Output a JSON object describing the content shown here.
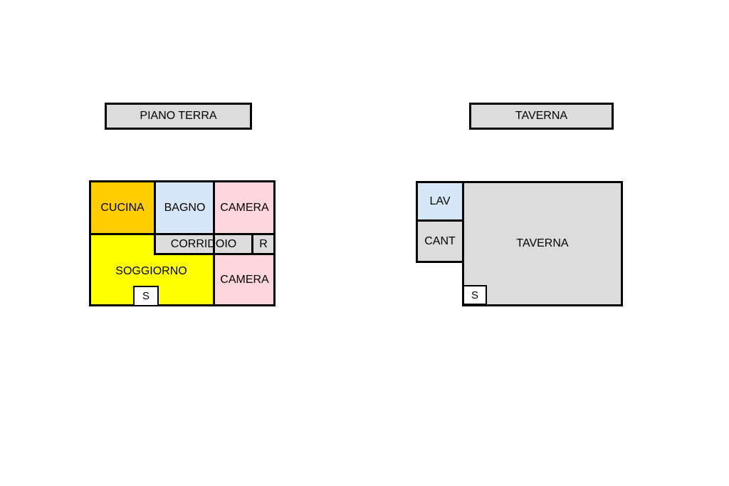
{
  "ground_floor": {
    "title": "PIANO TERRA",
    "rooms": {
      "cucina": "CUCINA",
      "bagno": "BAGNO",
      "camera_top": "CAMERA",
      "corridoio": "CORRIDOIO",
      "ripostiglio": "R",
      "soggiorno": "SOGGIORNO",
      "camera_bottom": "CAMERA",
      "stairs": "S"
    }
  },
  "basement": {
    "title": "TAVERNA",
    "rooms": {
      "lav": "LAV",
      "cant": "CANT",
      "taverna": "TAVERNA",
      "stairs": "S"
    }
  },
  "colors": {
    "title_fill": "#dcdcdc",
    "cucina": "#ffcc00",
    "bagno": "#d6e8f8",
    "camera": "#ffd6dc",
    "soggiorno": "#ffff00",
    "corridoio": "#dcdcdc",
    "taverna": "#dcdcdc",
    "lav": "#d6e8f8",
    "cant": "#dcdcdc"
  }
}
